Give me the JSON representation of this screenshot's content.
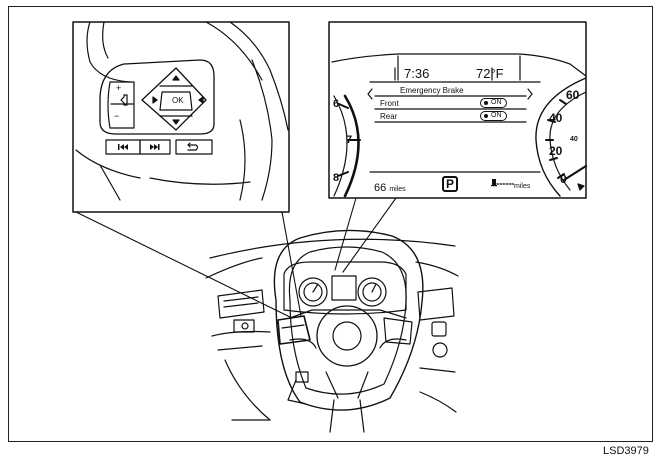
{
  "figure_id": "LSD3979",
  "display": {
    "clock": "7:36",
    "temperature": "72°F",
    "menu_title": "Emergency Brake",
    "rows": [
      {
        "label": "Front",
        "state": "ON"
      },
      {
        "label": "Rear",
        "state": "ON"
      }
    ],
    "range_value": "66",
    "range_unit": "miles",
    "fuel_unit": "miles",
    "gear": "P",
    "tach_marks": [
      "6",
      "7",
      "8"
    ],
    "speed_marks": [
      "60",
      "40",
      "20",
      "0"
    ],
    "speed_minor_marks": [
      "40"
    ]
  },
  "wheel_controls": {
    "center_label": "OK",
    "plus": "+",
    "minus": "−"
  }
}
